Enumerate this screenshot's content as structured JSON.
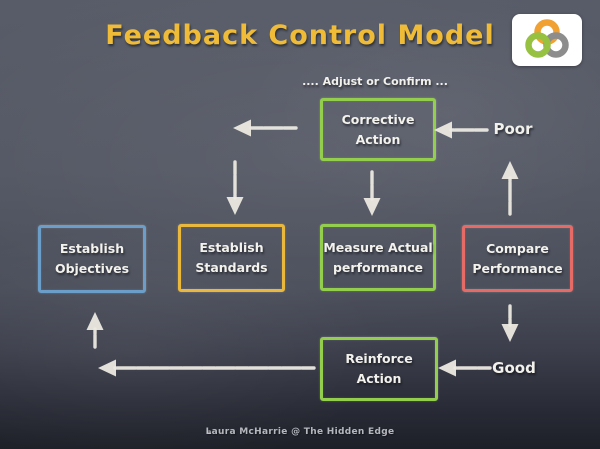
{
  "title": "Feedback Control Model",
  "subtitle": ".... Adjust or Confirm ...",
  "boxes": {
    "corrective_action": {
      "line1": "Corrective",
      "line2": "Action",
      "border_color": "#93cf4d"
    },
    "establish_objectives": {
      "line1": "Establish",
      "line2": "Objectives",
      "border_color": "#6b9fca"
    },
    "establish_standards": {
      "line1": "Establish",
      "line2": "Standards",
      "border_color": "#e9b83d"
    },
    "measure_actual_performance": {
      "line1": "Measure Actual",
      "line2": "performance",
      "border_color": "#93cf4d"
    },
    "compare_performance": {
      "line1": "Compare",
      "line2": "Performance",
      "border_color": "#e66b66"
    },
    "reinforce_action": {
      "line1": "Reinforce",
      "line2": "Action",
      "border_color": "#93cf4d"
    }
  },
  "flow_labels": {
    "poor": "Poor",
    "good": "Good"
  },
  "footer": "Laura McHarrie @ The Hidden Edge",
  "colors": {
    "title": "#f0bc38",
    "chalk": "#f2f1ec",
    "board_top": "#585c68",
    "board_bottom": "#1e2028"
  },
  "logo": {
    "ring_colors": [
      "#f0a132",
      "#96c141",
      "#8d8d8d"
    ],
    "background": "#ffffff"
  }
}
